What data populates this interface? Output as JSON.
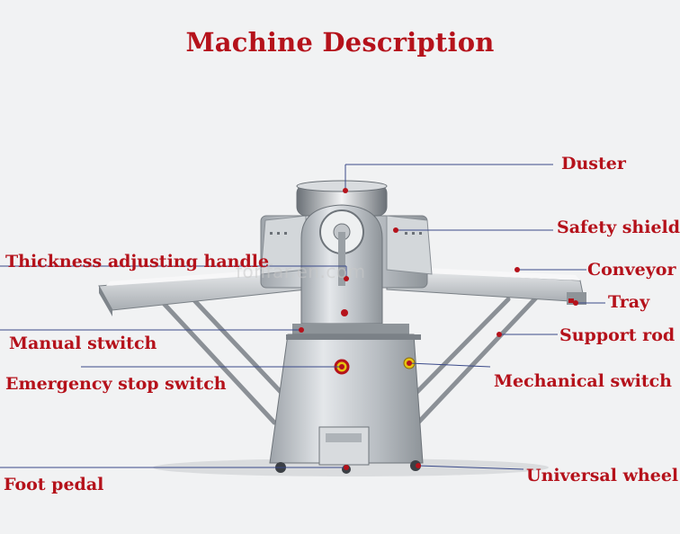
{
  "title": "Machine Description",
  "watermark": "fonfar.en.com",
  "labels": {
    "duster": "Duster",
    "safety_shield": "Safety shield",
    "thickness_adjusting_handle": "Thickness adjusting handle",
    "conveyor": "Conveyor",
    "tray": "Tray",
    "manual_switch": "Manual stwitch",
    "support_rod": "Support rod",
    "emergency_stop_switch": "Emergency stop switch",
    "mechanical_switch": "Mechanical switch",
    "foot_pedal": "Foot pedal",
    "universal_wheel": "Universal wheel"
  },
  "colors": {
    "accent": "#b5121b",
    "leader_line": "#3a4a8a",
    "stainless": "#c9cdd1",
    "background": "#f1f2f3"
  }
}
